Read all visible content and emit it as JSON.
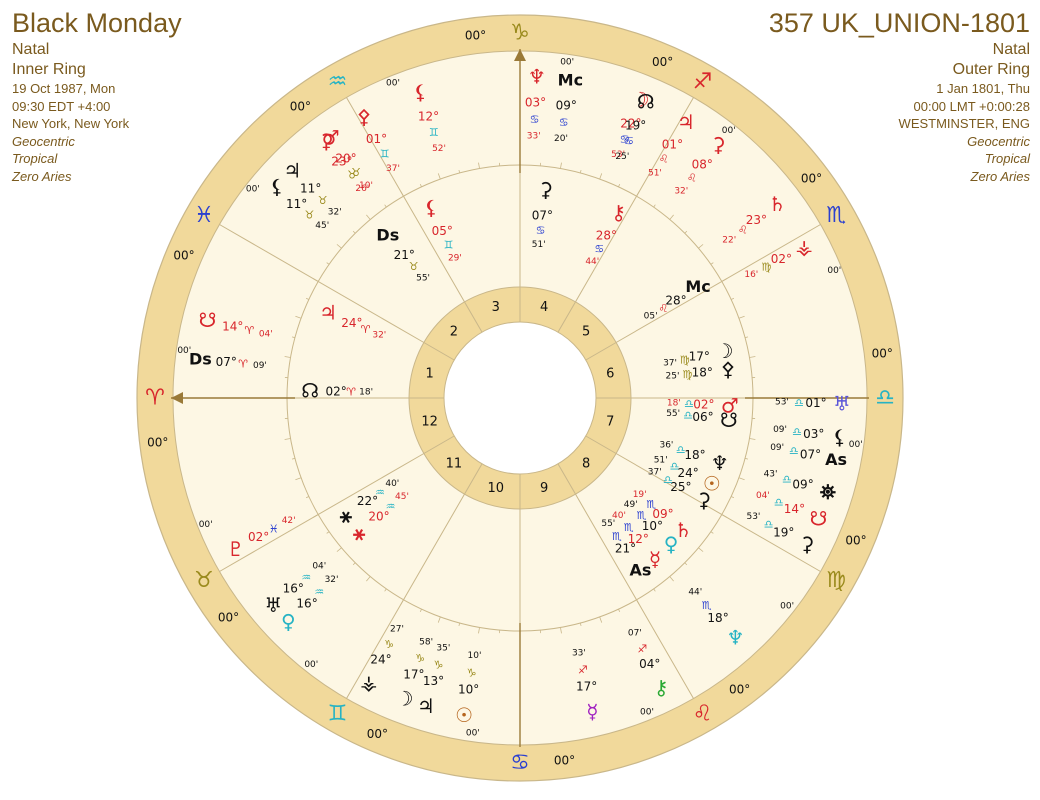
{
  "left": {
    "title": "Black Monday",
    "type": "Natal",
    "ring": "Inner Ring",
    "date": "19 Oct 1987, Mon",
    "time": "09:30 EDT +4:00",
    "place": "New York, New York",
    "geo": "Geocentric",
    "zodiac": "Tropical",
    "ayanamsa": "Zero Aries"
  },
  "right": {
    "title": "357 UK_UNION-1801",
    "type": "Natal",
    "ring": "Outer Ring",
    "date": "1 Jan 1801, Thu",
    "time": "00:00 LMT +0:00:28",
    "place": "WESTMINSTER, ENG",
    "geo": "Geocentric",
    "zodiac": "Tropical",
    "ayanamsa": "Zero Aries"
  },
  "colors": {
    "outer_band": "#f1d99b",
    "wheel_bg": "#fdf7e4",
    "line": "#c9b78a",
    "axis": "#9a7a38",
    "fire": "#d8262c",
    "earth": "#9a8a1c",
    "air": "#26b3c4",
    "water": "#2a3fd0",
    "black": "#111111"
  },
  "signs": [
    {
      "name": "Aries",
      "glyph": "♈",
      "deg": "00°",
      "min": "00'",
      "color": "#d8262c"
    },
    {
      "name": "Taurus",
      "glyph": "♉",
      "deg": "00°",
      "min": "00'",
      "color": "#9a8a1c"
    },
    {
      "name": "Gemini",
      "glyph": "♊",
      "deg": "00°",
      "min": "00'",
      "color": "#26b3c4"
    },
    {
      "name": "Cancer",
      "glyph": "♋",
      "deg": "00°",
      "min": "00'",
      "color": "#2a3fd0"
    },
    {
      "name": "Leo",
      "glyph": "♌",
      "deg": "00°",
      "min": "00'",
      "color": "#d8262c"
    },
    {
      "name": "Virgo",
      "glyph": "♍",
      "deg": "00°",
      "min": "00'",
      "color": "#9a8a1c"
    },
    {
      "name": "Libra",
      "glyph": "♎",
      "deg": "00°",
      "min": "00'",
      "color": "#26b3c4"
    },
    {
      "name": "Scorpio",
      "glyph": "♏",
      "deg": "00°",
      "min": "00'",
      "color": "#2a3fd0"
    },
    {
      "name": "Sagittarius",
      "glyph": "♐",
      "deg": "00°",
      "min": "00'",
      "color": "#d8262c"
    },
    {
      "name": "Capricorn",
      "glyph": "♑",
      "deg": "00°",
      "min": "00'",
      "color": "#9a8a1c"
    },
    {
      "name": "Aquarius",
      "glyph": "♒",
      "deg": "00°",
      "min": "00'",
      "color": "#26b3c4"
    },
    {
      "name": "Pisces",
      "glyph": "♓",
      "deg": "00°",
      "min": "00'",
      "color": "#2a3fd0"
    }
  ],
  "houses": [
    "1",
    "2",
    "3",
    "4",
    "5",
    "6",
    "7",
    "8",
    "9",
    "10",
    "11",
    "12"
  ],
  "outer_points": [
    {
      "sign_index": 6,
      "glyph": "♅",
      "deg": "01°",
      "min": "53'",
      "color": "#5a55d8"
    },
    {
      "sign_index": 6,
      "glyph": "⚸",
      "deg": "03°",
      "min": "09'",
      "color": "#111111"
    },
    {
      "sign_index": 6,
      "glyph": "As",
      "deg": "07°",
      "min": "09'",
      "color": "#111111"
    },
    {
      "sign_index": 6,
      "glyph": "⛯",
      "deg": "09°",
      "min": "43'",
      "color": "#111111"
    },
    {
      "sign_index": 6,
      "glyph": "☋",
      "deg": "14°",
      "min": "04'",
      "color": "#d8262c"
    },
    {
      "sign_index": 6,
      "glyph": "⚳",
      "deg": "19°",
      "min": "53'",
      "color": "#111111"
    },
    {
      "sign_index": 7,
      "glyph": "♆",
      "deg": "18°",
      "min": "44'",
      "color": "#26b3c4"
    },
    {
      "sign_index": 8,
      "glyph": "⚷",
      "deg": "04°",
      "min": "07'",
      "color": "#2aa833"
    },
    {
      "sign_index": 8,
      "glyph": "☿",
      "deg": "17°",
      "min": "33'",
      "color": "#a020c0"
    },
    {
      "sign_index": 9,
      "glyph": "☉",
      "deg": "10°",
      "min": "10'",
      "color": "#b5651d"
    },
    {
      "sign_index": 9,
      "glyph": "♃",
      "deg": "13°",
      "min": "35'",
      "color": "#111111"
    },
    {
      "sign_index": 9,
      "glyph": "☽",
      "deg": "17°",
      "min": "58'",
      "color": "#111111"
    },
    {
      "sign_index": 9,
      "glyph": "⚶",
      "deg": "24°",
      "min": "27'",
      "color": "#111111"
    },
    {
      "sign_index": 10,
      "glyph": "♀",
      "deg": "16°",
      "min": "32'",
      "color": "#26b3c4"
    },
    {
      "sign_index": 10,
      "glyph": "♅",
      "deg": "16°",
      "min": "04'",
      "color": "#111111"
    },
    {
      "sign_index": 11,
      "glyph": "♇",
      "deg": "02°",
      "min": "42'",
      "color": "#d8262c"
    },
    {
      "sign_index": 5,
      "glyph": "⚶",
      "deg": "02°",
      "min": "16'",
      "color": "#d8262c"
    },
    {
      "sign_index": 4,
      "glyph": "♄",
      "deg": "23°",
      "min": "22'",
      "color": "#d8262c"
    },
    {
      "sign_index": 4,
      "glyph": "⚳",
      "deg": "08°",
      "min": "32'",
      "color": "#d8262c"
    },
    {
      "sign_index": 4,
      "glyph": "♃",
      "deg": "01°",
      "min": "51'",
      "color": "#d8262c"
    },
    {
      "sign_index": 3,
      "glyph": "☽",
      "deg": "22°",
      "min": "53'",
      "color": "#d8262c"
    },
    {
      "sign_index": 3,
      "glyph": "☊",
      "deg": "19°",
      "min": "25'",
      "color": "#111111"
    },
    {
      "sign_index": 3,
      "glyph": "Mc",
      "deg": "09°",
      "min": "20'",
      "color": "#111111"
    },
    {
      "sign_index": 3,
      "glyph": "♆",
      "deg": "03°",
      "min": "33'",
      "color": "#d8262c"
    },
    {
      "sign_index": 2,
      "glyph": "⚸",
      "deg": "12°",
      "min": "52'",
      "color": "#d8262c"
    },
    {
      "sign_index": 2,
      "glyph": "⚴",
      "deg": "01°",
      "min": "37'",
      "color": "#d8262c"
    },
    {
      "sign_index": 1,
      "glyph": "⚳",
      "deg": "23°",
      "min": "26'",
      "color": "#d8262c"
    },
    {
      "sign_index": 1,
      "glyph": "♂",
      "deg": "20°",
      "min": "10'",
      "color": "#d8262c"
    },
    {
      "sign_index": 1,
      "glyph": "⚸",
      "deg": "11°",
      "min": "45'",
      "color": "#111111"
    },
    {
      "sign_index": 1,
      "glyph": "♃",
      "deg": "11°",
      "min": "32'",
      "color": "#111111"
    },
    {
      "sign_index": 0,
      "glyph": "☋",
      "deg": "14°",
      "min": "04'",
      "color": "#d8262c"
    },
    {
      "sign_index": 0,
      "glyph": "Ds",
      "deg": "07°",
      "min": "09'",
      "color": "#111111"
    }
  ],
  "inner_points": [
    {
      "sign_index": 0,
      "glyph": "☊",
      "deg": "02°",
      "min": "18'",
      "color": "#111111"
    },
    {
      "sign_index": 0,
      "glyph": "♃",
      "deg": "24°",
      "min": "32'",
      "color": "#d8262c"
    },
    {
      "sign_index": 10,
      "glyph": "⚹",
      "deg": "20°",
      "min": "45'",
      "color": "#d8262c"
    },
    {
      "sign_index": 10,
      "glyph": "⚹",
      "deg": "22°",
      "min": "40'",
      "color": "#111111"
    },
    {
      "sign_index": 1,
      "glyph": "Ds",
      "deg": "21°",
      "min": "55'",
      "color": "#111111"
    },
    {
      "sign_index": 2,
      "glyph": "⚸",
      "deg": "05°",
      "min": "29'",
      "color": "#d8262c"
    },
    {
      "sign_index": 3,
      "glyph": "⚷",
      "deg": "28°",
      "min": "44'",
      "color": "#d8262c"
    },
    {
      "sign_index": 3,
      "glyph": "⚳",
      "deg": "07°",
      "min": "51'",
      "color": "#111111"
    },
    {
      "sign_index": 4,
      "glyph": "Mc",
      "deg": "28°",
      "min": "05'",
      "color": "#111111"
    },
    {
      "sign_index": 5,
      "glyph": "☽",
      "deg": "17°",
      "min": "37'",
      "color": "#111111"
    },
    {
      "sign_index": 5,
      "glyph": "⚴",
      "deg": "18°",
      "min": "25'",
      "color": "#111111"
    },
    {
      "sign_index": 6,
      "glyph": "♂",
      "deg": "02°",
      "min": "18'",
      "color": "#d8262c"
    },
    {
      "sign_index": 6,
      "glyph": "☋",
      "deg": "06°",
      "min": "55'",
      "color": "#111111"
    },
    {
      "sign_index": 6,
      "glyph": "♆",
      "deg": "18°",
      "min": "36'",
      "color": "#111111"
    },
    {
      "sign_index": 6,
      "glyph": "☉",
      "deg": "24°",
      "min": "51'",
      "color": "#b5651d"
    },
    {
      "sign_index": 6,
      "glyph": "⚳",
      "deg": "25°",
      "min": "37'",
      "color": "#111111"
    },
    {
      "sign_index": 7,
      "glyph": "♄",
      "deg": "09°",
      "min": "19'",
      "color": "#d8262c"
    },
    {
      "sign_index": 7,
      "glyph": "♀",
      "deg": "10°",
      "min": "49'",
      "color": "#26b3c4"
    },
    {
      "sign_index": 7,
      "glyph": "☿",
      "deg": "12°",
      "min": "40'",
      "color": "#d8262c"
    },
    {
      "sign_index": 7,
      "glyph": "As",
      "deg": "21°",
      "min": "55'",
      "color": "#111111"
    }
  ]
}
